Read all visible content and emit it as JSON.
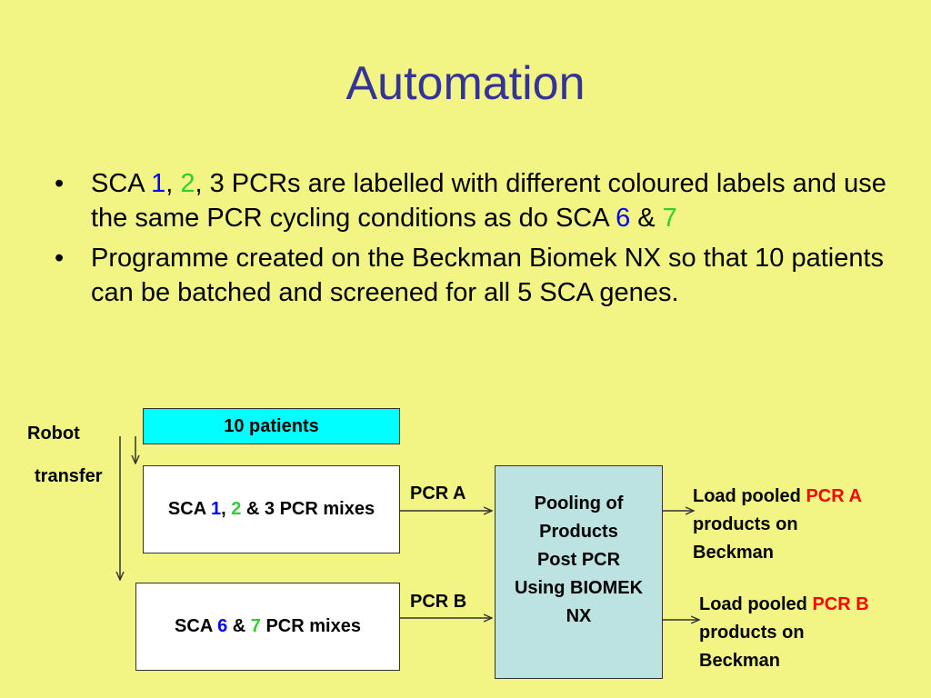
{
  "title": "Automation",
  "bullets": {
    "b1": {
      "p1": "SCA ",
      "n1": "1",
      "s1": ", ",
      "n2": "2",
      "p2": ", 3 PCRs are labelled with different coloured labels and use the same PCR cycling conditions as do SCA ",
      "n3": "6",
      "s2": " & ",
      "n4": "7"
    },
    "b2": "Programme created on the Beckman Biomek NX so that 10 patients can be batched and screened for all 5 SCA genes."
  },
  "diagram": {
    "robot_label": "Robot",
    "transfer_label": "transfer",
    "patients_box": "10 patients",
    "mix1": {
      "prefix": "SCA ",
      "n1": "1",
      "sep1": ", ",
      "n2": "2",
      "suffix": " & 3 PCR mixes"
    },
    "mix2": {
      "prefix": "SCA ",
      "n1": "6",
      "sep1": " & ",
      "n2": "7",
      "suffix": " PCR mixes"
    },
    "pcr_a": "PCR A",
    "pcr_b": "PCR B",
    "pooling": {
      "l1": "Pooling of",
      "l2": "Products",
      "l3": "Post PCR",
      "l4": "Using BIOMEK",
      "l5": "NX"
    },
    "load_a": {
      "p1": "Load pooled ",
      "pcr": "PCR A",
      "l2": "products on",
      "l3": "Beckman"
    },
    "load_b": {
      "p1": "Load pooled ",
      "pcr": "PCR B",
      "l2": "products on",
      "l3": "Beckman"
    }
  },
  "colors": {
    "background": "#f2f584",
    "title": "#333399",
    "number_blue": "#0000ff",
    "number_green": "#33cc33",
    "pcr_red": "#ff0000",
    "patients_box": "#00ffff",
    "pooling_box": "#bde2e2"
  }
}
